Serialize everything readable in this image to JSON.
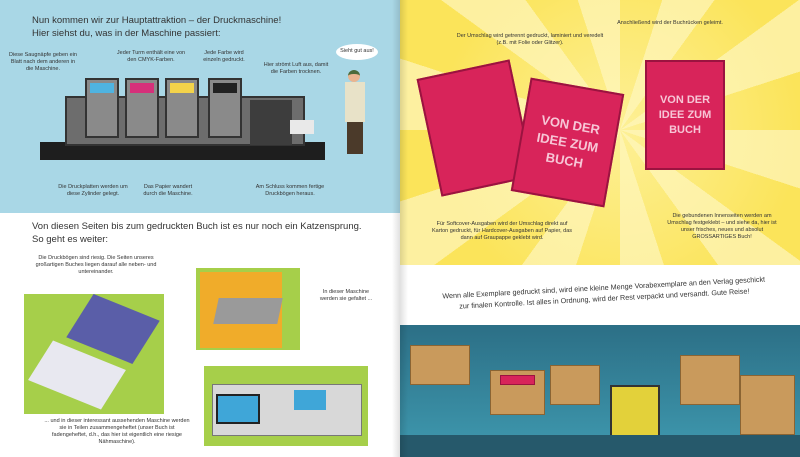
{
  "left_page": {
    "heading": [
      "Nun kommen wir zur Hauptattraktion – der Druckmaschine!",
      "Hier siehst du, was in der Maschine passiert:"
    ],
    "labels": {
      "saugnaepfe": "Diese Saugnäpfe geben ein Blatt nach dem anderen in die Maschine.",
      "turm": "Jeder Turm enthält eine von den CMYK-Farben.",
      "farbe": "Jede Farbe wird einzeln gedruckt.",
      "luft": "Hier strömt Luft aus, damit die Farben trocknen.",
      "speech": "Sieht gut aus!",
      "druckplatten": "Die Druckplatten werden um diese Zylinder gelegt.",
      "papier": "Das Papier wandert durch die Maschine.",
      "schluss": "Am Schluss kommen fertige Druckbögen heraus."
    },
    "subheading": [
      "Von diesen Seiten bis zum gedruckten Buch ist es nur noch ein Katzensprung.",
      "So geht es weiter:"
    ],
    "steps": {
      "druckboegen": "Die Druckbögen sind riesig. Die Seiten unseres großartigen Buches liegen darauf alle neben- und untereinander.",
      "gefaltet": "In dieser Maschine werden sie gefaltet ...",
      "geheftet": "... und in dieser interessant aussehenden Maschine werden sie in Teilen zusammengeheftet (unser Buch ist fadengeheftet, d.h., das hier ist eigentlich eine riesige Nähmaschine)."
    }
  },
  "right_page": {
    "labels": {
      "umschlag": "Der Umschlag wird getrennt gedruckt, laminiert und veredelt (z.B. mit Folie oder Glitzer).",
      "buchruecken": "Anschließend wird der Buchrücken geleimt.",
      "softcover": "Für Softcover-Ausgaben wird der Umschlag direkt auf Karton gedruckt, für Hardcover-Ausgaben auf Papier, das dann auf Graupappe geklebt wird.",
      "innenseiten": "Die gebundenen Innenseiten werden am Umschlag festgeklebt – und siehe da, hier ist unser frisches, neues und absolut GROSSARTIGES Buch!"
    },
    "book_title": "VON DER IDEE ZUM BUCH",
    "closing": [
      "Wenn alle Exemplare gedruckt sind, wird eine kleine Menge Vorabexemplare an den Verlag geschickt",
      "zur finalen Kontrolle. Ist alles in Ordnung, wird der Rest verpackt und versandt. Gute Reise!"
    ]
  },
  "colors": {
    "cyan": "#4fb3e0",
    "magenta": "#d6307a",
    "yellow": "#f3d34a",
    "black": "#222222",
    "sky": "#a9d7e6",
    "lime": "#a6cf4a",
    "cover": "#d8245a"
  }
}
